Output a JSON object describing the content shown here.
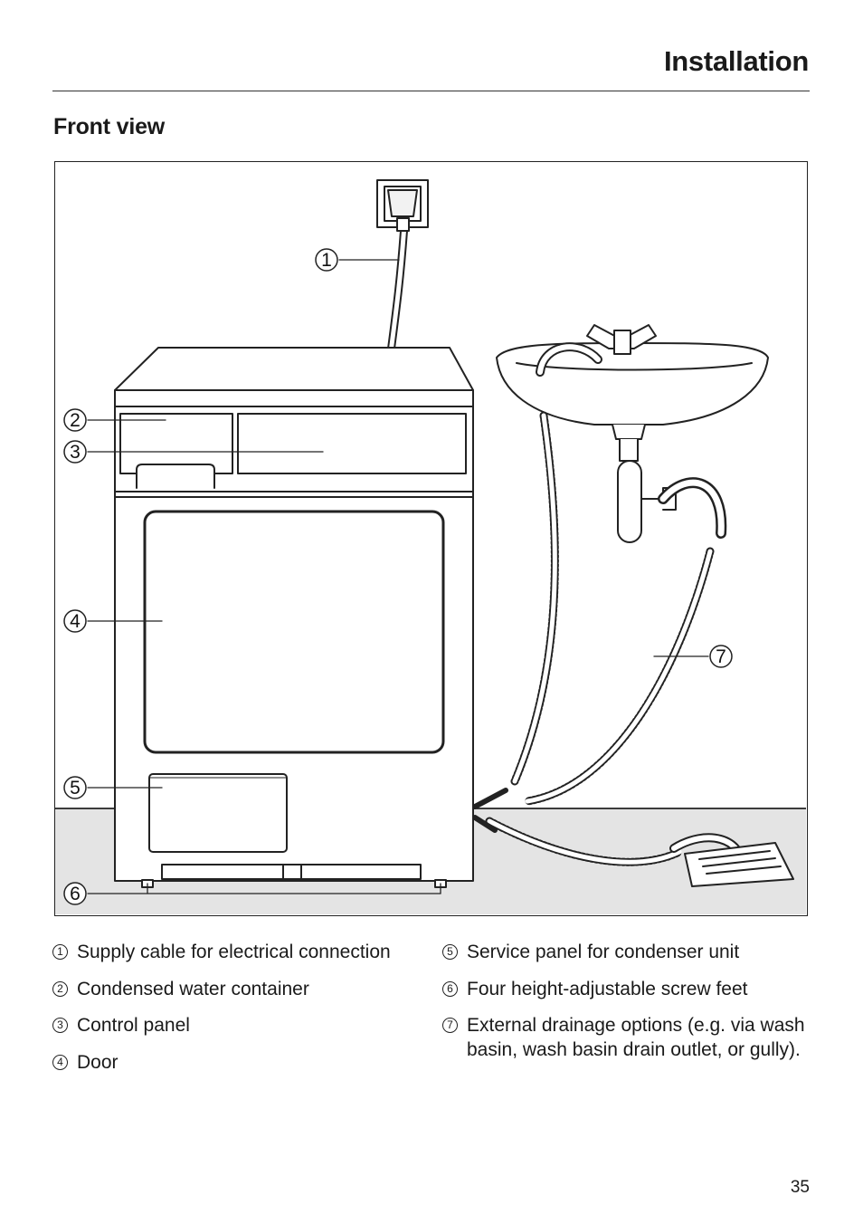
{
  "header": {
    "section_title": "Installation"
  },
  "subheading": "Front view",
  "figure": {
    "callouts": [
      "1",
      "2",
      "3",
      "4",
      "5",
      "6",
      "7"
    ]
  },
  "legend": {
    "left": [
      {
        "num": "1",
        "text": "Supply cable for electrical connection"
      },
      {
        "num": "2",
        "text": "Condensed water container"
      },
      {
        "num": "3",
        "text": "Control panel"
      },
      {
        "num": "4",
        "text": "Door"
      }
    ],
    "right": [
      {
        "num": "5",
        "text": "Service panel for condenser unit"
      },
      {
        "num": "6",
        "text": "Four height-adjustable screw feet"
      },
      {
        "num": "7",
        "text": "External drainage options (e.g. via wash basin, wash basin drain outlet, or gully)."
      }
    ]
  },
  "page_number": "35"
}
